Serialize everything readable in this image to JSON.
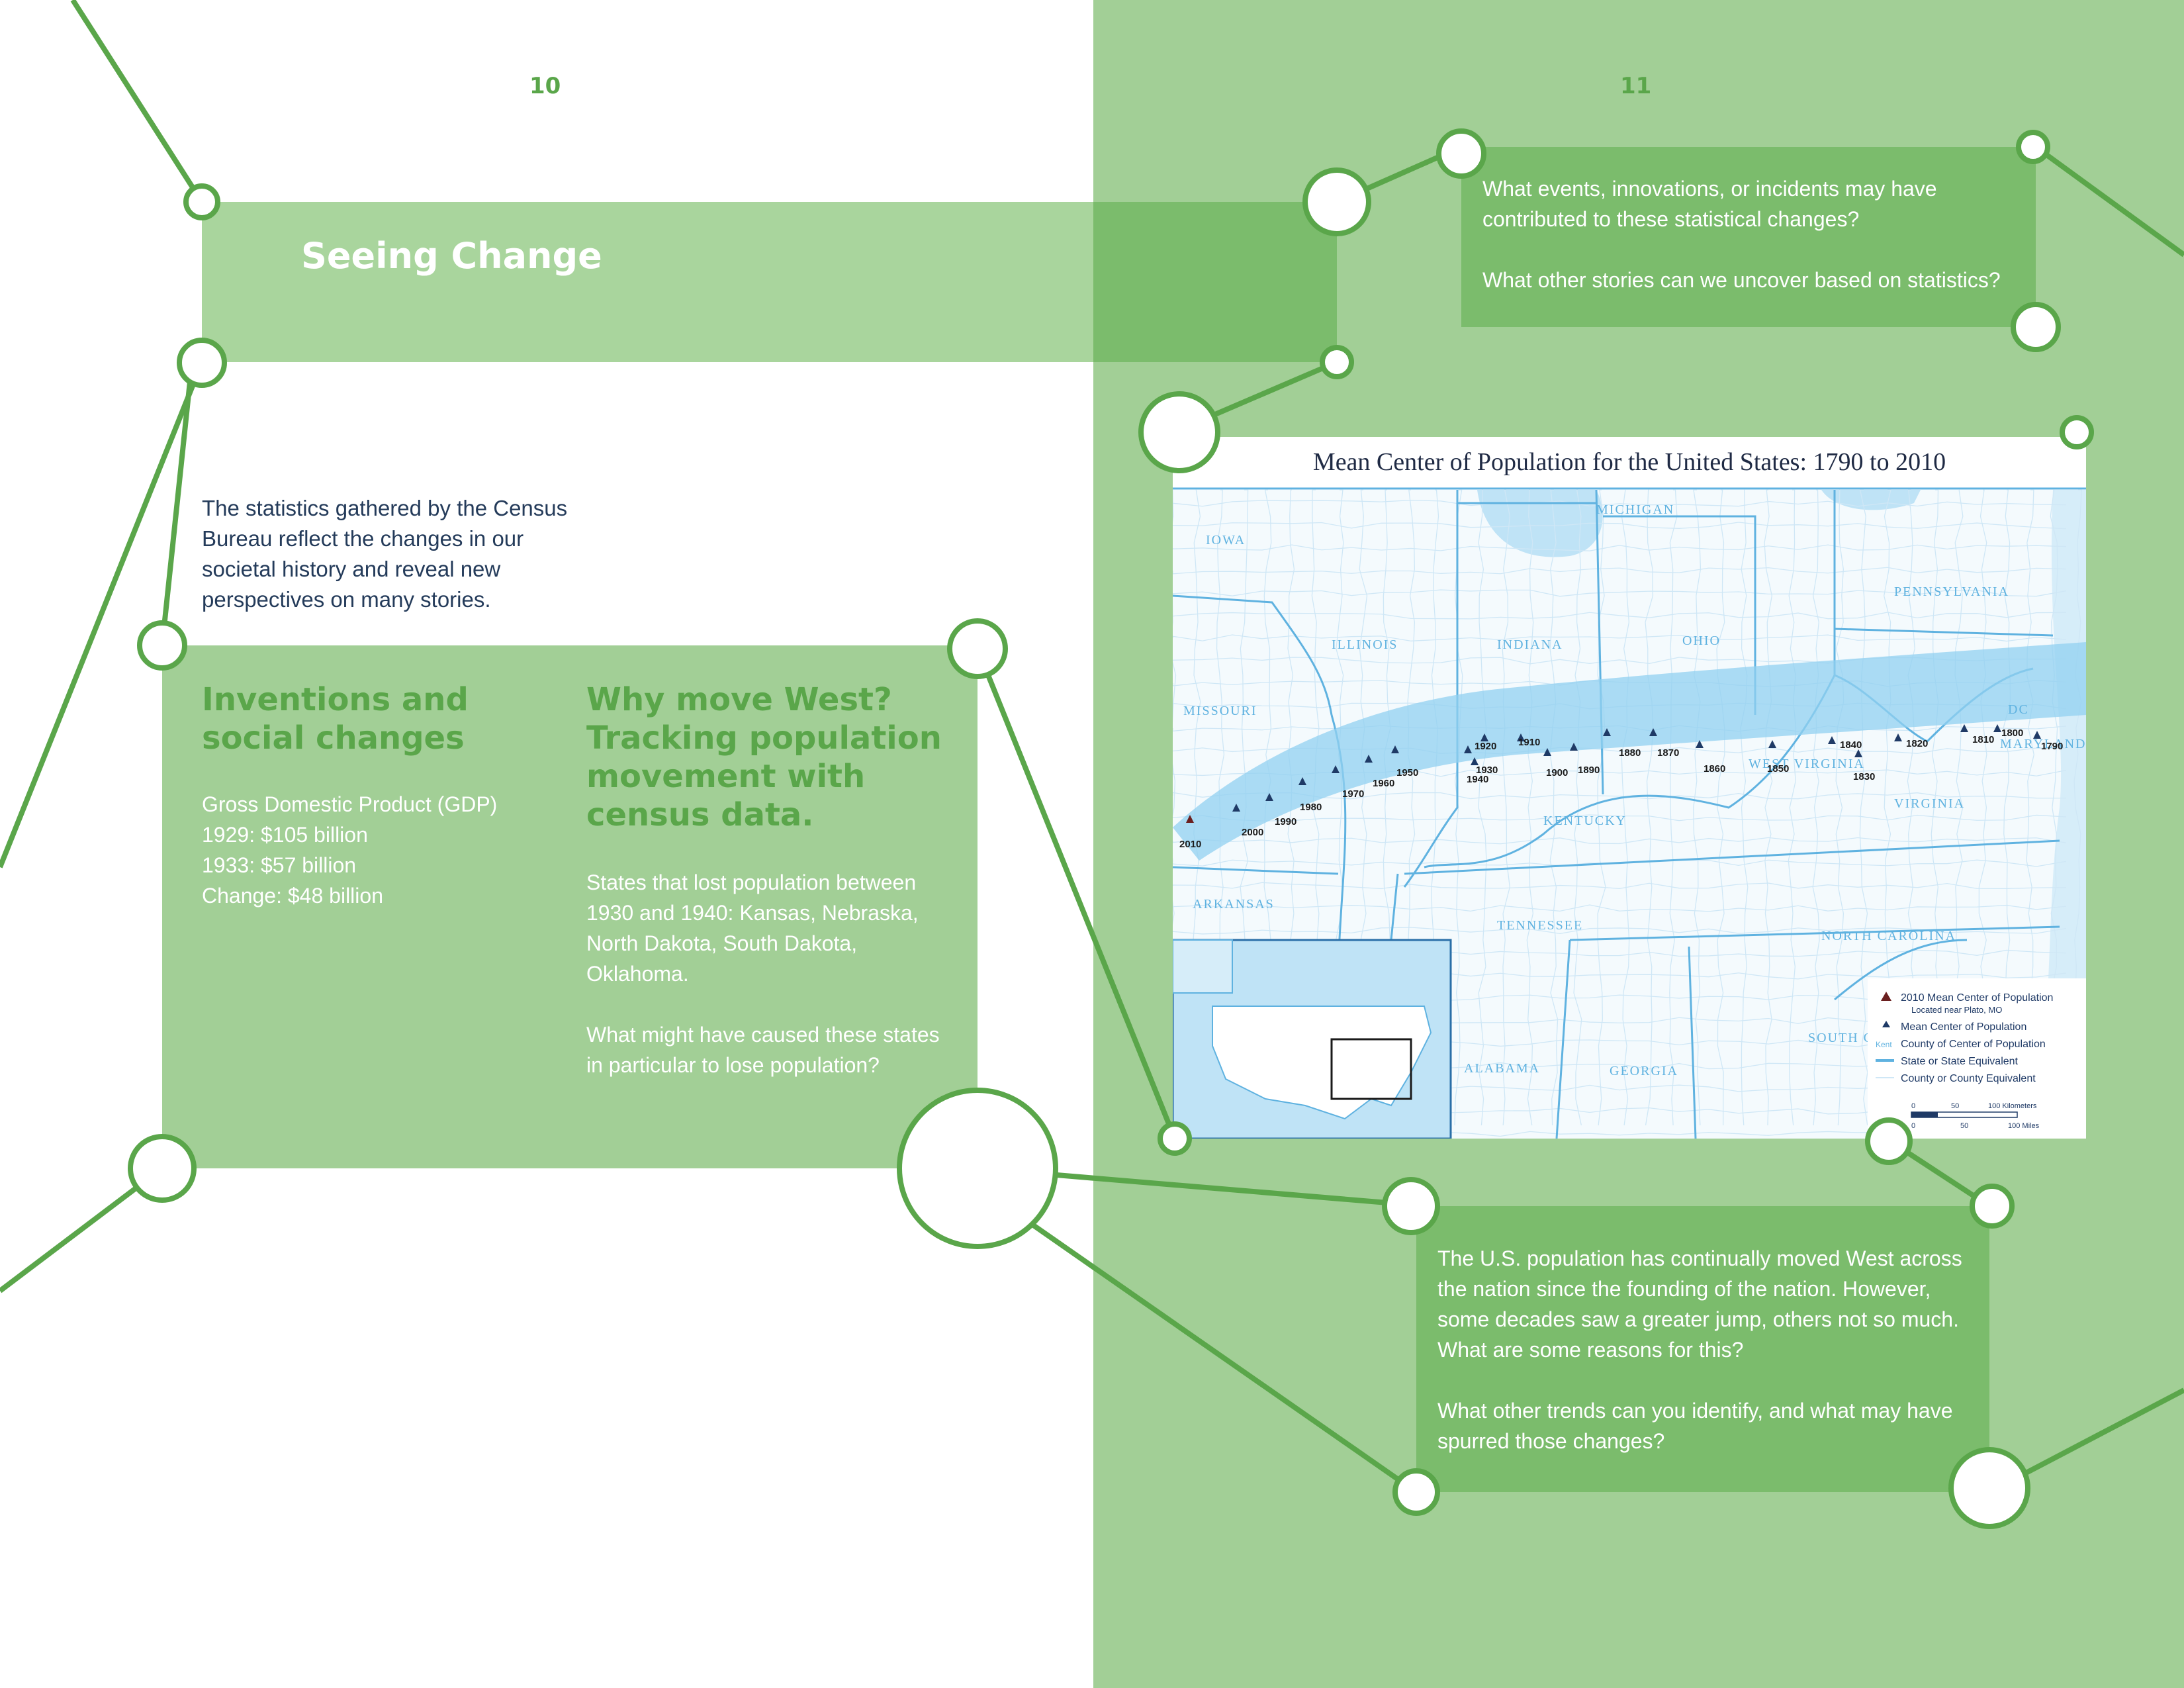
{
  "pages": {
    "left_number": "10",
    "right_number": "11"
  },
  "header": {
    "title": "Seeing Change"
  },
  "intro": {
    "text": "The statistics gathered by the Census Bureau reflect the changes in our societal history and reveal new perspectives on many stories."
  },
  "inventions": {
    "heading": "Inventions and social changes",
    "gdp_lines": [
      "Gross Domestic Product (GDP)",
      "1929: $105 billion",
      "1933: $57 billion",
      "Change: $48 billion"
    ]
  },
  "west": {
    "heading": "Why move West? Tracking population movement with census data.",
    "body": "States that lost population between 1930 and 1940: Kansas, Nebraska, North Dakota, South Dakota, Oklahoma.\n\nWhat might have caused these states in particular to lose population?"
  },
  "question_top": {
    "line1": "What events, innovations, or incidents may have contributed to these statistical changes?",
    "line2": "What other stories can we uncover based on statistics?"
  },
  "question_bottom": {
    "para1": "The U.S. population has continually moved West across the nation since the founding of the nation. However, some decades saw a greater jump, others not so much. What are some reasons for this?",
    "para2": "What other trends can you identify, and what may have spurred those changes?"
  },
  "map": {
    "title": "Mean Center of Population for the United States: 1790 to 2010",
    "states": [
      {
        "name": "MICHIGAN"
      },
      {
        "name": "IOWA"
      },
      {
        "name": "ILLINOIS"
      },
      {
        "name": "INDIANA"
      },
      {
        "name": "OHIO"
      },
      {
        "name": "PENNSYLVANIA"
      },
      {
        "name": "MISSOURI"
      },
      {
        "name": "WEST VIRGINIA"
      },
      {
        "name": "MARYLAND"
      },
      {
        "name": "DC"
      },
      {
        "name": "KENTUCKY"
      },
      {
        "name": "VIRGINIA"
      },
      {
        "name": "ARKANSAS"
      },
      {
        "name": "TENNESSEE"
      },
      {
        "name": "NORTH CAROLINA"
      },
      {
        "name": "ALABAMA"
      },
      {
        "name": "GEORGIA"
      },
      {
        "name": "SOUTH CAROLINA"
      }
    ],
    "years": [
      "2010",
      "2000",
      "1990",
      "1980",
      "1970",
      "1960",
      "1950",
      "1940",
      "1930",
      "1920",
      "1910",
      "1900",
      "1890",
      "1880",
      "1870",
      "1860",
      "1850",
      "1840",
      "1830",
      "1820",
      "1810",
      "1800",
      "1790"
    ],
    "legend": [
      "2010 Mean Center of Population",
      "Located near Plato, MO",
      "Mean Center of Population",
      "County of Center of Population",
      "State or State Equivalent",
      "County or County Equivalent"
    ],
    "legend_kent": "Kent",
    "scale": {
      "km_label": "100 Kilometers",
      "mi_label": "100 Miles",
      "zero": "0",
      "fifty": "50"
    },
    "colors": {
      "water": "#bfe3f6",
      "band": "#92d0f0",
      "line": "#5fb2e0"
    }
  },
  "colors": {
    "panel": "#a2cf96",
    "dark_green": "#7bbc6c",
    "accent": "#5aa64a",
    "light_band": "#a9d59d"
  }
}
